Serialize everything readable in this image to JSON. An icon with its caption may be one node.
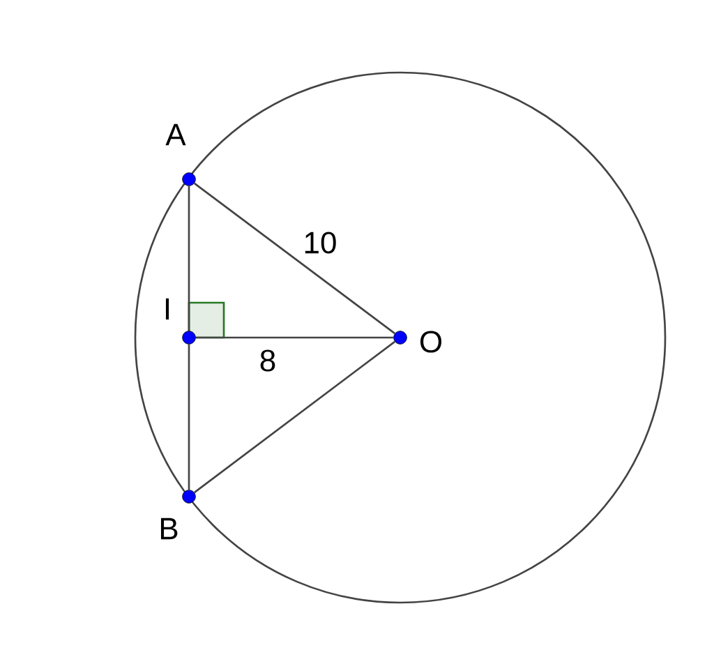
{
  "diagram": {
    "nodes": [
      {
        "text": [
          "A"
        ]
      },
      {
        "text": [
          "I"
        ]
      },
      {
        "text": [
          "B"
        ]
      },
      {
        "text": [
          "O"
        ]
      }
    ],
    "edges": [
      {
        "from": 0,
        "to": 1,
        "arrow": "none"
      },
      {
        "from": 1,
        "to": 2,
        "arrow": "none"
      },
      {
        "from": 0,
        "to": 3,
        "arrow": "none",
        "label": "10"
      },
      {
        "from": 1,
        "to": 3,
        "arrow": "none",
        "label": "8"
      },
      {
        "from": 2,
        "to": 3,
        "arrow": "none"
      }
    ]
  }
}
